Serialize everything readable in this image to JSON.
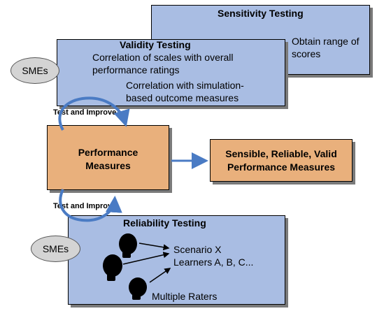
{
  "sensitivity": {
    "title": "Sensitivity Testing",
    "text_line1": "Obtain range of",
    "text_line2": "scores"
  },
  "validity": {
    "title": "Validity Testing",
    "line1": "Correlation of scales with overall",
    "line2": "performance ratings",
    "line3": "Correlation with simulation-",
    "line4": "based outcome measures"
  },
  "smes_top": "SMEs",
  "loop_top": "Test and Improve",
  "performance": {
    "line1": "Performance",
    "line2": "Measures"
  },
  "output": {
    "line1": "Sensible, Reliable, Valid",
    "line2": "Performance Measures"
  },
  "loop_bottom": "Test and Improve",
  "reliability": {
    "title": "Reliability Testing",
    "scenario": "Scenario X",
    "learners": "Learners A, B, C...",
    "raters": "Multiple Raters"
  },
  "smes_bottom": "SMEs",
  "colors": {
    "blue_box": "#a9bde3",
    "orange_box": "#e9b07c",
    "arrow_blue": "#4a7bc4",
    "ellipse_gray": "#d4d4d4"
  }
}
